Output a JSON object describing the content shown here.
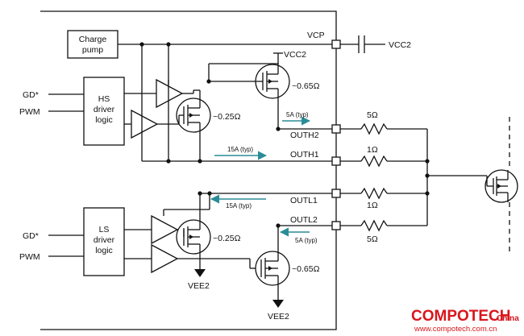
{
  "blocks": {
    "charge_pump": [
      "Charge",
      "pump"
    ],
    "hs_driver": [
      "HS",
      "driver",
      "logic"
    ],
    "ls_driver": [
      "LS",
      "driver",
      "logic"
    ]
  },
  "inputs": {
    "hs_gd": "GD*",
    "hs_pwm": "PWM",
    "ls_gd": "GD*",
    "ls_pwm": "PWM"
  },
  "rails": {
    "vcp": "VCP",
    "vcc2_internal": "VCC2",
    "vcc2_external": "VCC2",
    "vee2_left": "VEE2",
    "vee2_right": "VEE2"
  },
  "transistors": {
    "hs_small": "~0.65Ω",
    "hs_large": "~0.25Ω",
    "ls_large": "~0.25Ω",
    "ls_small": "~0.65Ω"
  },
  "pins": {
    "outh2": "OUTH2",
    "outh1": "OUTH1",
    "outl1": "OUTL1",
    "outl2": "OUTL2"
  },
  "currents": {
    "outh2": "5A (typ)",
    "outh1": "15A (typ)",
    "outl1": "15A (typ)",
    "outl2": "5A (typ)"
  },
  "resistors": {
    "r_outh2": "5Ω",
    "r_outh1": "1Ω",
    "r_outl1": "1Ω",
    "r_outl2": "5Ω"
  },
  "watermark": {
    "brand": "COMPOTECH",
    "region": "China",
    "url": "www.compotech.com.cn"
  },
  "colors": {
    "arrow": "#2a8c96",
    "watermark": "#d8161c"
  }
}
